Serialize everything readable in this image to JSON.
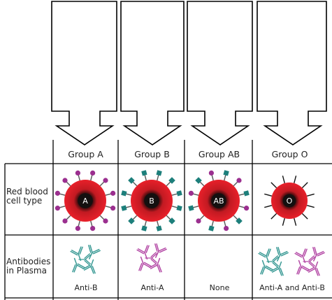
{
  "columns": [
    {
      "header": "Group A",
      "antigen_label": "A",
      "antibody": "Anti-B"
    },
    {
      "header": "Group B",
      "antigen_label": "B",
      "antibody": "Anti-A"
    },
    {
      "header": "Group AB",
      "antigen_label": "AB",
      "antibody": "None"
    },
    {
      "header": "Group O",
      "antigen_label": "O",
      "antibody": "Anti-A and Anti-B"
    }
  ],
  "rows": {
    "red_cell": "Red blood\ncell type",
    "plasma": "Antibodies\nin Plasma"
  },
  "colors": {
    "cell_red": "#e8202a",
    "cell_core": "#111111",
    "antigen_a": "#9b2f8f",
    "antigen_b": "#1d7f7b",
    "antibody_anti_b": "#3a9a95",
    "antibody_anti_a": "#b44aa6",
    "grid": "#000000"
  }
}
